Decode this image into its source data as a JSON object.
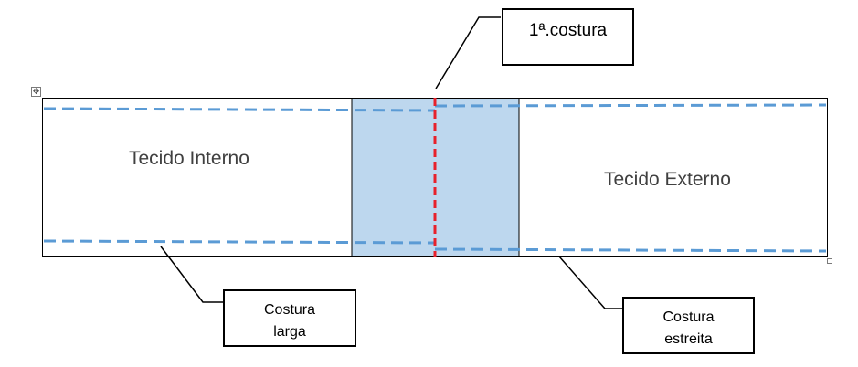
{
  "colors": {
    "outline": "#000000",
    "overlap_fill": "#bdd7ee",
    "seam_first": "#e8212b",
    "stitch_lines": "#5b9bd5"
  },
  "labels": {
    "inner_fabric": "Tecido Interno",
    "outer_fabric": "Tecido Externo"
  },
  "callouts": {
    "first_seam": "1ª.costura",
    "wide_seam_line1": "Costura",
    "wide_seam_line2": "larga",
    "narrow_seam_line1": "Costura",
    "narrow_seam_line2": "estreita"
  },
  "icons": {
    "table_move": "move-arrows-icon",
    "table_resize": "resize-handle-icon"
  }
}
